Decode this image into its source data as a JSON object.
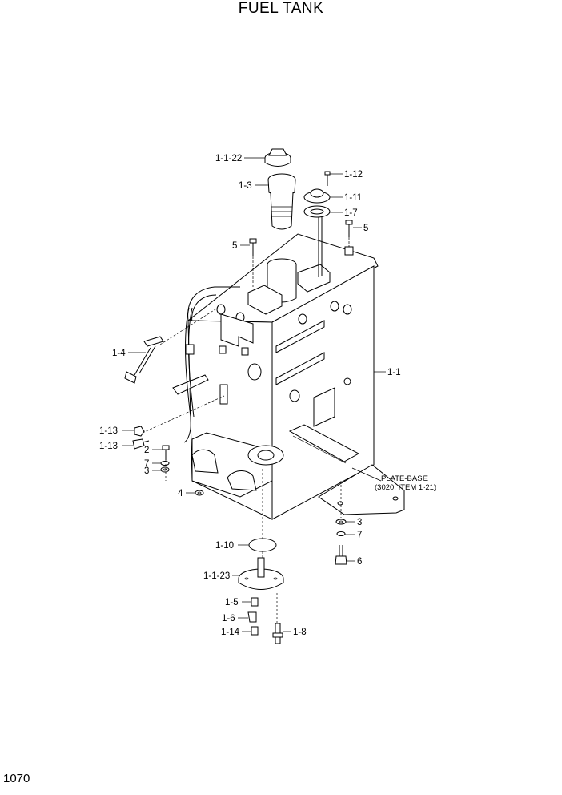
{
  "title": "FUEL TANK",
  "page_number": "1070",
  "callouts": [
    {
      "id": "1-1-22",
      "label": "1-1-22"
    },
    {
      "id": "1-3",
      "label": "1-3"
    },
    {
      "id": "1-12",
      "label": "1-12"
    },
    {
      "id": "1-11",
      "label": "1-11"
    },
    {
      "id": "1-7",
      "label": "1-7"
    },
    {
      "id": "5a",
      "label": "5"
    },
    {
      "id": "5b",
      "label": "5"
    },
    {
      "id": "1-4",
      "label": "1-4"
    },
    {
      "id": "1-1",
      "label": "1-1"
    },
    {
      "id": "1-13a",
      "label": "1-13"
    },
    {
      "id": "1-13b",
      "label": "1-13"
    },
    {
      "id": "2",
      "label": "2"
    },
    {
      "id": "7a",
      "label": "7"
    },
    {
      "id": "3a",
      "label": "3"
    },
    {
      "id": "4",
      "label": "4"
    },
    {
      "id": "3b",
      "label": "3"
    },
    {
      "id": "7b",
      "label": "7"
    },
    {
      "id": "6",
      "label": "6"
    },
    {
      "id": "1-10",
      "label": "1-10"
    },
    {
      "id": "1-1-23",
      "label": "1-1-23"
    },
    {
      "id": "1-5",
      "label": "1-5"
    },
    {
      "id": "1-6",
      "label": "1-6"
    },
    {
      "id": "1-14",
      "label": "1-14"
    },
    {
      "id": "1-8",
      "label": "1-8"
    }
  ],
  "plate_base": {
    "line1": "PLATE-BASE",
    "line2": "(3020, ITEM 1-21)"
  }
}
